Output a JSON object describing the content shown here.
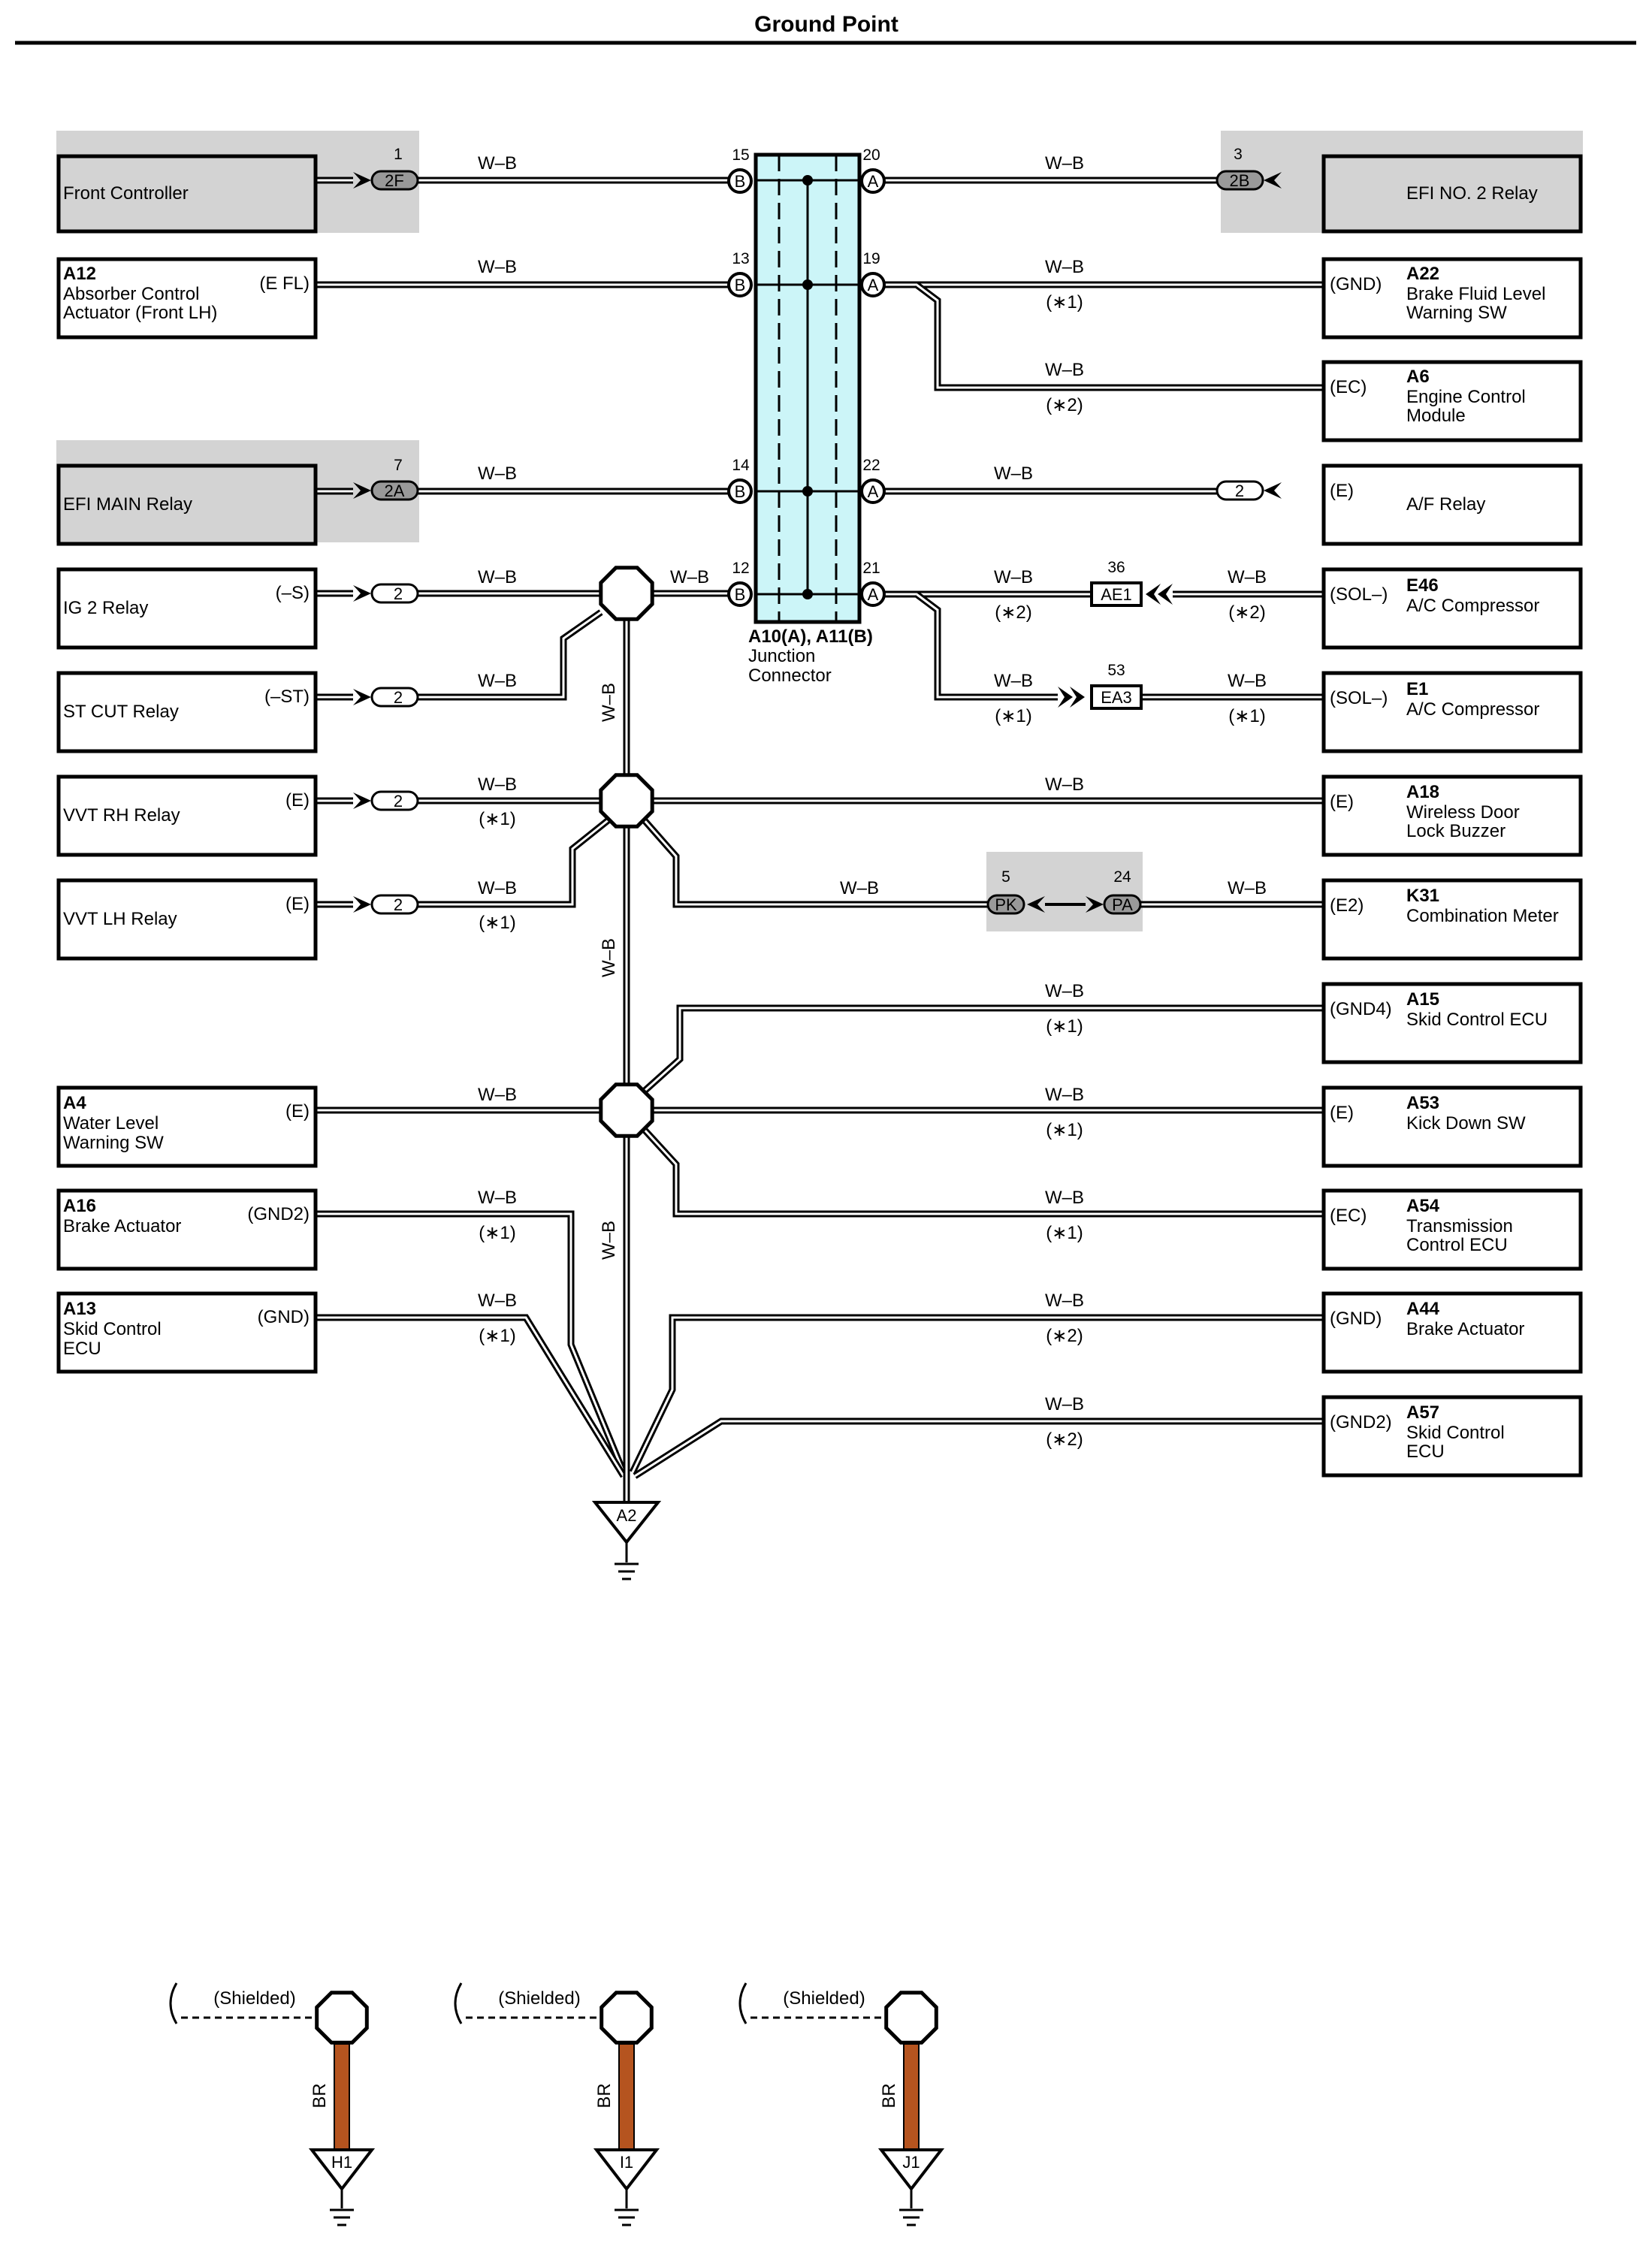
{
  "title": "Ground Point",
  "wire_label": "W–B",
  "junction": {
    "title": "A10(A), A11(B)",
    "line2": "Junction",
    "line3": "Connector",
    "fill_color": "#ccf5f8"
  },
  "components": {
    "front_controller": {
      "name": "Front Controller"
    },
    "a12": {
      "code": "A12",
      "line1": "Absorber Control",
      "line2": "Actuator (Front LH)",
      "pin": "(E FL)"
    },
    "efi_main": {
      "name": "EFI MAIN Relay"
    },
    "ig2": {
      "name": "IG 2 Relay",
      "pin": "(–S)"
    },
    "stcut": {
      "name": "ST CUT Relay",
      "pin": "(–ST)"
    },
    "vvtrh": {
      "name": "VVT RH Relay",
      "pin": "(E)"
    },
    "vvtlh": {
      "name": "VVT LH Relay",
      "pin": "(E)"
    },
    "a4": {
      "code": "A4",
      "line1": "Water Level",
      "line2": "Warning SW",
      "pin": "(E)"
    },
    "a16": {
      "code": "A16",
      "line1": "Brake Actuator",
      "pin": "(GND2)"
    },
    "a13": {
      "code": "A13",
      "line1": "Skid Control",
      "line2": "ECU",
      "pin": "(GND)"
    },
    "efi2": {
      "name": "EFI NO. 2 Relay"
    },
    "a22": {
      "code": "A22",
      "line1": "Brake Fluid Level",
      "line2": "Warning SW",
      "pin": "(GND)"
    },
    "a6": {
      "code": "A6",
      "line1": "Engine Control",
      "line2": "Module",
      "pin": "(EC)"
    },
    "af": {
      "name": "A/F Relay",
      "pin": "(E)"
    },
    "e46": {
      "code": "E46",
      "line1": "A/C Compressor",
      "pin": "(SOL–)"
    },
    "e1": {
      "code": "E1",
      "line1": "A/C Compressor",
      "pin": "(SOL–)"
    },
    "a18": {
      "code": "A18",
      "line1": "Wireless Door",
      "line2": "Lock Buzzer",
      "pin": "(E)"
    },
    "k31": {
      "code": "K31",
      "line1": "Combination Meter",
      "pin": "(E2)"
    },
    "a15": {
      "code": "A15",
      "line1": "Skid Control ECU",
      "pin": "(GND4)"
    },
    "a53": {
      "code": "A53",
      "line1": "Kick Down SW",
      "pin": "(E)"
    },
    "a54": {
      "code": "A54",
      "line1": "Transmission",
      "line2": "Control ECU",
      "pin": "(EC)"
    },
    "a44": {
      "code": "A44",
      "line1": "Brake Actuator",
      "pin": "(GND)"
    },
    "a57": {
      "code": "A57",
      "line1": "Skid Control",
      "line2": "ECU",
      "pin": "(GND2)"
    }
  },
  "connectors": {
    "c2F": {
      "label": "2F",
      "pin": "1"
    },
    "c2B": {
      "label": "2B",
      "pin": "3"
    },
    "c2A": {
      "label": "2A",
      "pin": "7"
    },
    "c_ig2": {
      "label": "2"
    },
    "c_stcut": {
      "label": "2"
    },
    "c_vvtrh": {
      "label": "2"
    },
    "c_vvtlh": {
      "label": "2"
    },
    "c_af": {
      "label": "2"
    },
    "ae1": {
      "label": "AE1",
      "pin": "36"
    },
    "ea3": {
      "label": "EA3",
      "pin": "53"
    },
    "pk": {
      "label": "PK",
      "pin": "5"
    },
    "pa": {
      "label": "PA",
      "pin": "24"
    }
  },
  "junction_pins": {
    "b15": {
      "letter": "B",
      "pin": "15"
    },
    "b13": {
      "letter": "B",
      "pin": "13"
    },
    "b14": {
      "letter": "B",
      "pin": "14"
    },
    "b12": {
      "letter": "B",
      "pin": "12"
    },
    "a20": {
      "letter": "A",
      "pin": "20"
    },
    "a19": {
      "letter": "A",
      "pin": "19"
    },
    "a22": {
      "letter": "A",
      "pin": "22"
    },
    "a21": {
      "letter": "A",
      "pin": "21"
    }
  },
  "notes": {
    "n1": "(∗1)",
    "n2": "(∗2)"
  },
  "grounds": {
    "a2": "A2",
    "h1": "H1",
    "i1": "I1",
    "j1": "J1"
  },
  "shield_label": "(Shielded)",
  "br_label": "BR",
  "colors": {
    "br_wire": "#b5541f",
    "shade": "#d3d3d3"
  }
}
